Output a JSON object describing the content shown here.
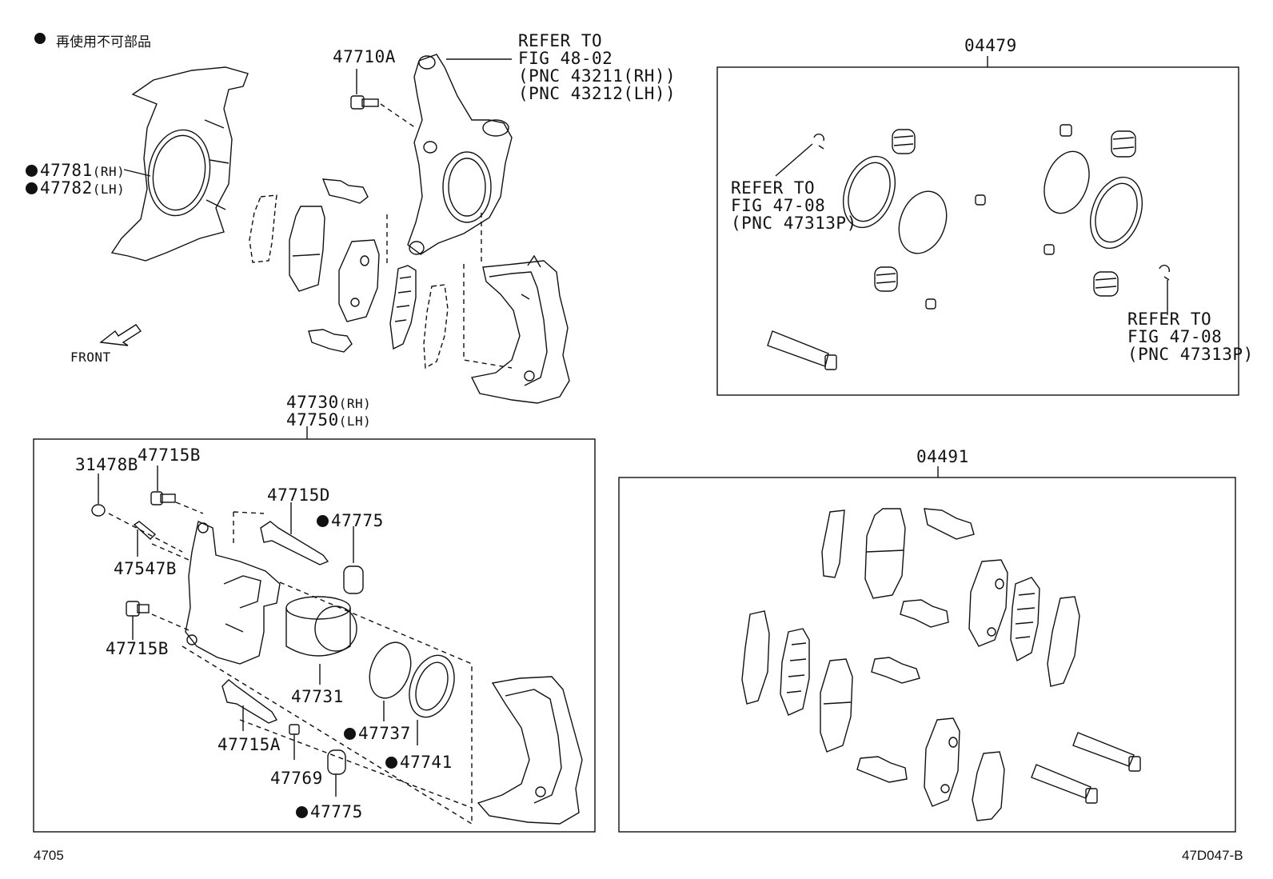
{
  "legend": {
    "symbol_text": "再使用不可部品"
  },
  "labels": {
    "p47710a": "47710A",
    "refer1_l1": "REFER TO",
    "refer1_l2": "FIG 48-02",
    "refer1_l3": "(PNC 43211(RH))",
    "refer1_l4": "(PNC 43212(LH))",
    "p47781": "47781",
    "p47781_side": "(RH)",
    "p47782": "47782",
    "p47782_side": "(LH)",
    "front": "FRONT",
    "p47730": "47730",
    "p47730_side": "(RH)",
    "p47750": "47750",
    "p47750_side": "(LH)",
    "p31478b": "31478B",
    "p47715b_top": "47715B",
    "p47715d": "47715D",
    "p47775_top": "47775",
    "p47547b": "47547B",
    "p47715b_bot": "47715B",
    "p47731": "47731",
    "p47737": "47737",
    "p47741": "47741",
    "p47715a": "47715A",
    "p47769": "47769",
    "p47775_bot": "47775",
    "p04479": "04479",
    "refer2_l1": "REFER TO",
    "refer2_l2": "FIG 47-08",
    "refer2_l3": "(PNC 47313P)",
    "refer3_l1": "REFER TO",
    "refer3_l2": "FIG 47-08",
    "refer3_l3": "(PNC 47313P)",
    "p04491": "04491"
  },
  "footer": {
    "left": "4705",
    "right": "47D047-B"
  }
}
